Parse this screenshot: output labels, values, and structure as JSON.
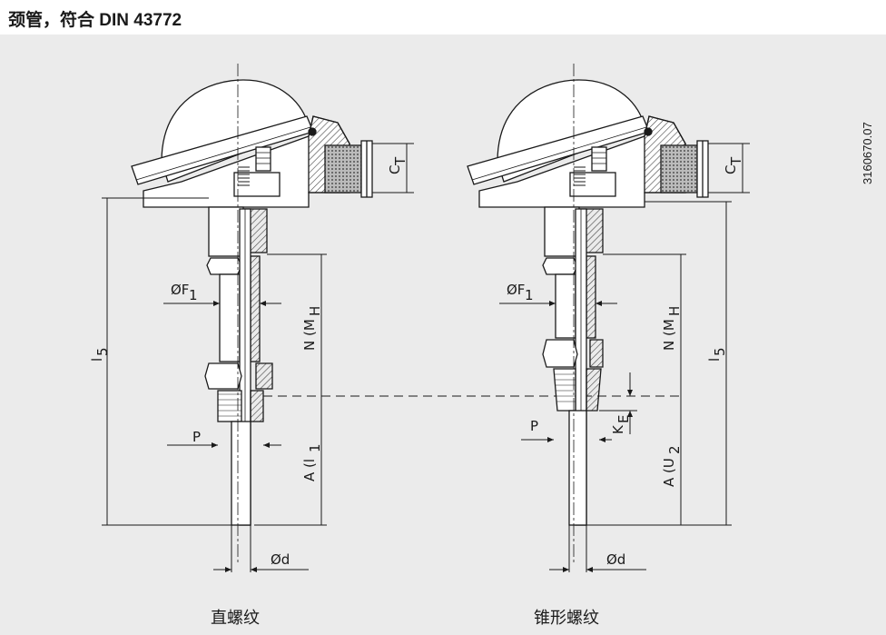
{
  "title": "颈管，符合 DIN 43772",
  "doc_code": "3160670.07",
  "left": {
    "caption": "直螺纹",
    "label_F1": "ØF",
    "label_F1_sub": "1",
    "label_N": "N (M",
    "label_N_sub": "H",
    "label_l5": "l",
    "label_l5_sub": "5",
    "label_A": "A (l",
    "label_A_sub": "1",
    "label_P": "P",
    "label_d": "Ød",
    "label_CT": "C",
    "label_CT_sub": "T"
  },
  "right": {
    "caption": "锥形螺纹",
    "label_F1": "ØF",
    "label_F1_sub": "1",
    "label_N": "N (M",
    "label_N_sub": "H",
    "label_l5": "l",
    "label_l5_sub": "5",
    "label_A": "A (U",
    "label_A_sub": "2",
    "label_P": "P",
    "label_KE": "K",
    "label_KE_sub": "E",
    "label_d": "Ød",
    "label_CT": "C",
    "label_CT_sub": "T"
  },
  "colors": {
    "panel": "#ebebeb",
    "line": "#1a1a1a",
    "hatch": "#555555"
  }
}
